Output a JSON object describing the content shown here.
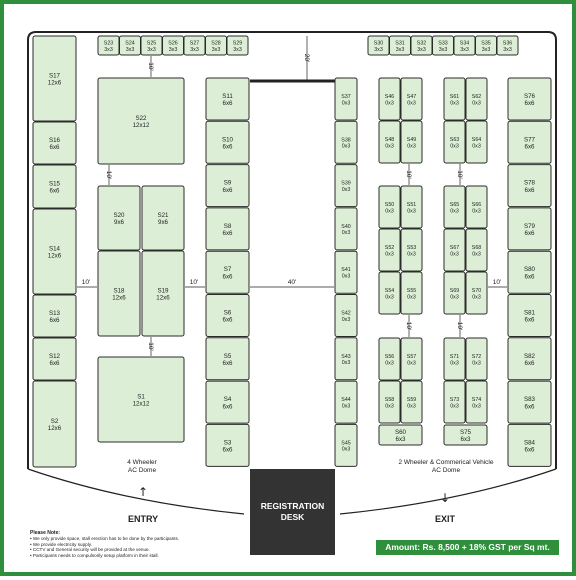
{
  "stalls": [
    {
      "id": "S23",
      "size": "3x3"
    },
    {
      "id": "S24",
      "size": "3x3"
    },
    {
      "id": "S25",
      "size": "3x3"
    },
    {
      "id": "S26",
      "size": "3x3"
    },
    {
      "id": "S27",
      "size": "3x3"
    },
    {
      "id": "S28",
      "size": "3x3"
    },
    {
      "id": "S29",
      "size": "3x3"
    },
    {
      "id": "S30",
      "size": "3x3"
    },
    {
      "id": "S31",
      "size": "3x3"
    },
    {
      "id": "S32",
      "size": "3x3"
    },
    {
      "id": "S33",
      "size": "3x3"
    },
    {
      "id": "S34",
      "size": "3x3"
    },
    {
      "id": "S35",
      "size": "3x3"
    },
    {
      "id": "S36",
      "size": "3x3"
    },
    {
      "id": "S17",
      "size": "12x6"
    },
    {
      "id": "S16",
      "size": "6x6"
    },
    {
      "id": "S15",
      "size": "6x6"
    },
    {
      "id": "S14",
      "size": "12x6"
    },
    {
      "id": "S13",
      "size": "6x6"
    },
    {
      "id": "S12",
      "size": "6x6"
    },
    {
      "id": "S2",
      "size": "12x6"
    },
    {
      "id": "S22",
      "size": "12x12"
    },
    {
      "id": "S20",
      "size": "9x6"
    },
    {
      "id": "S21",
      "size": "9x6"
    },
    {
      "id": "S18",
      "size": "12x6"
    },
    {
      "id": "S19",
      "size": "12x6"
    },
    {
      "id": "S1",
      "size": "12x12"
    },
    {
      "id": "S11",
      "size": "6x6"
    },
    {
      "id": "S10",
      "size": "6x6"
    },
    {
      "id": "S9",
      "size": "6x6"
    },
    {
      "id": "S8",
      "size": "6x6"
    },
    {
      "id": "S7",
      "size": "6x6"
    },
    {
      "id": "S6",
      "size": "6x6"
    },
    {
      "id": "S5",
      "size": "6x6"
    },
    {
      "id": "S4",
      "size": "6x6"
    },
    {
      "id": "S3",
      "size": "6x6"
    },
    {
      "id": "S37",
      "size": "0x3"
    },
    {
      "id": "S38",
      "size": "0x3"
    },
    {
      "id": "S39",
      "size": "0x3"
    },
    {
      "id": "S40",
      "size": "0x3"
    },
    {
      "id": "S41",
      "size": "0x3"
    },
    {
      "id": "S42",
      "size": "0x3"
    },
    {
      "id": "S43",
      "size": "0x3"
    },
    {
      "id": "S44",
      "size": "0x3"
    },
    {
      "id": "S45",
      "size": "0x3"
    },
    {
      "id": "S46",
      "size": "0x3"
    },
    {
      "id": "S47",
      "size": "0x3"
    },
    {
      "id": "S48",
      "size": "0x3"
    },
    {
      "id": "S49",
      "size": "0x3"
    },
    {
      "id": "S50",
      "size": "0x3"
    },
    {
      "id": "S51",
      "size": "0x3"
    },
    {
      "id": "S52",
      "size": "0x3"
    },
    {
      "id": "S53",
      "size": "0x3"
    },
    {
      "id": "S54",
      "size": "0x3"
    },
    {
      "id": "S55",
      "size": "0x3"
    },
    {
      "id": "S56",
      "size": "0x3"
    },
    {
      "id": "S57",
      "size": "0x3"
    },
    {
      "id": "S58",
      "size": "0x3"
    },
    {
      "id": "S59",
      "size": "0x3"
    },
    {
      "id": "S60",
      "size": "6x3"
    },
    {
      "id": "S61",
      "size": "0x3"
    },
    {
      "id": "S62",
      "size": "0x3"
    },
    {
      "id": "S63",
      "size": "0x3"
    },
    {
      "id": "S64",
      "size": "0x3"
    },
    {
      "id": "S65",
      "size": "0x3"
    },
    {
      "id": "S66",
      "size": "0x3"
    },
    {
      "id": "S67",
      "size": "0x3"
    },
    {
      "id": "S68",
      "size": "0x3"
    },
    {
      "id": "S69",
      "size": "0x3"
    },
    {
      "id": "S70",
      "size": "0x3"
    },
    {
      "id": "S71",
      "size": "0x3"
    },
    {
      "id": "S72",
      "size": "0x3"
    },
    {
      "id": "S73",
      "size": "0x3"
    },
    {
      "id": "S74",
      "size": "0x3"
    },
    {
      "id": "S75",
      "size": "6x3"
    },
    {
      "id": "S76",
      "size": "6x6"
    },
    {
      "id": "S77",
      "size": "6x6"
    },
    {
      "id": "S78",
      "size": "6x6"
    },
    {
      "id": "S79",
      "size": "6x6"
    },
    {
      "id": "S80",
      "size": "6x6"
    },
    {
      "id": "S81",
      "size": "6x6"
    },
    {
      "id": "S82",
      "size": "6x6"
    },
    {
      "id": "S83",
      "size": "6x6"
    },
    {
      "id": "S84",
      "size": "6x6"
    }
  ],
  "dimensions": [
    "10'",
    "20'",
    "10'",
    "10'",
    "10'",
    "40'",
    "10'",
    "10'",
    "10'",
    "10'",
    "10'",
    "10'"
  ],
  "labels": {
    "four_wheeler": "4 Wheeler\nAC Dome",
    "two_wheeler": "2 Wheeler & Commerical Vehicle\nAC Dome",
    "entry": "ENTRY",
    "exit": "EXIT",
    "registration_line1": "REGISTRATION",
    "registration_line2": "DESK"
  },
  "notes": {
    "title": "Please Note:",
    "items": [
      "We only provide space, stall erection has to be done by the participants.",
      "We provide electricity supply.",
      "CCTV and General security will be provided at the venue.",
      "Participants needs to compulsorily setup platform in their stall."
    ]
  },
  "amount": "Amount: Rs. 8,500 + 18% GST per Sq mt.",
  "colors": {
    "border": "#2f8f3a",
    "stall_fill": "#dcefd6",
    "desk": "#333333",
    "amount_bg": "#2f8f3a"
  }
}
